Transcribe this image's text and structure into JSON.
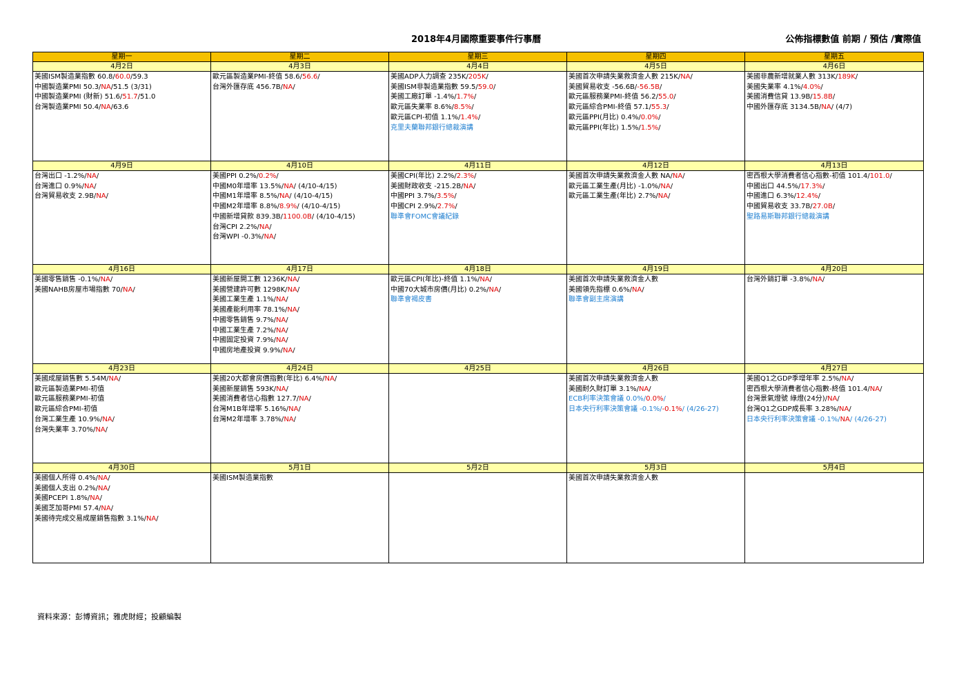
{
  "title": "2018年4月國際重要事件行事曆",
  "legend": "公佈指標數值  前期 / 預估 /實際值",
  "weekdays": [
    "星期一",
    "星期二",
    "星期三",
    "星期四",
    "星期五"
  ],
  "weeks": [
    {
      "days": [
        {
          "date": "4月2日",
          "events": [
            {
              "p": "美國ISM製造業指數 60.8/",
              "a": "60.0",
              "s": "/59.3"
            },
            {
              "p": "中國製造業PMI 50.3/",
              "a": "NA",
              "s": "/51.5 (3/31)"
            },
            {
              "p": "中國製造業PMI (財新) 51.6/",
              "a": "51.7",
              "s": "/51.0"
            },
            {
              "p": "台灣製造業PMI 50.4/",
              "a": "NA",
              "s": "/63.6"
            }
          ]
        },
        {
          "date": "4月3日",
          "events": [
            {
              "p": "歐元區製造業PMI-終值 58.6/",
              "a": "56.6",
              "s": "/"
            },
            {
              "p": "台灣外匯存底 456.7B/",
              "a": "NA",
              "s": "/"
            }
          ]
        },
        {
          "date": "4月4日",
          "events": [
            {
              "p": "美國ADP人力調查 235K/",
              "a": "205K",
              "s": "/"
            },
            {
              "p": "美國ISM非製造業指數 59.5/",
              "a": "59.0",
              "s": "/"
            },
            {
              "p": "美國工廠訂單 -1.4%/",
              "a": "1.7%",
              "s": "/"
            },
            {
              "p": "歐元區失業率 8.6%/",
              "a": "8.5%",
              "s": "/"
            },
            {
              "p": "歐元區CPI-初值 1.1%/",
              "a": "1.4%",
              "s": "/"
            },
            {
              "b": "克里夫蘭聯邦銀行總裁演講"
            }
          ]
        },
        {
          "date": "4月5日",
          "events": [
            {
              "p": "美國首次申請失業救濟金人數 215K/",
              "a": "NA",
              "s": "/"
            },
            {
              "p": "美國貿易收支 -56.6B/",
              "a": "-56.5B",
              "s": "/"
            },
            {
              "p": "歐元區服務業PMI-終值 56.2/",
              "a": "55.0",
              "s": "/"
            },
            {
              "p": "歐元區綜合PMI-終值 57.1/",
              "a": "55.3",
              "s": "/"
            },
            {
              "p": "歐元區PPI(月比) 0.4%/",
              "a": "0.0%",
              "s": "/"
            },
            {
              "p": "歐元區PPI(年比) 1.5%/",
              "a": "1.5%",
              "s": "/"
            }
          ]
        },
        {
          "date": "4月6日",
          "events": [
            {
              "p": "美國非農新增就業人數 313K/",
              "a": "189K",
              "s": "/"
            },
            {
              "p": "美國失業率 4.1%/",
              "a": "4.0%",
              "s": "/"
            },
            {
              "p": "美國消費信貸 13.9B/",
              "a": "15.8B",
              "s": "/"
            },
            {
              "p": "中國外匯存底 3134.5B/",
              "a": "NA",
              "s": "/ (4/7)"
            }
          ]
        }
      ]
    },
    {
      "days": [
        {
          "date": "4月9日",
          "events": [
            {
              "p": "台灣出口 -1.2%/",
              "a": "NA",
              "s": "/"
            },
            {
              "p": "台灣進口 0.9%/",
              "a": "NA",
              "s": "/"
            },
            {
              "p": "台灣貿易收支 2.9B/",
              "a": "NA",
              "s": "/"
            }
          ]
        },
        {
          "date": "4月10日",
          "events": [
            {
              "p": "美國PPI 0.2%/",
              "a": "0.2%",
              "s": "/"
            },
            {
              "p": "中國M0年增率 13.5%/",
              "a": "NA",
              "s": "/ (4/10-4/15)"
            },
            {
              "p": "中國M1年增率 8.5%/",
              "a": "NA",
              "s": "/ (4/10-4/15)"
            },
            {
              "p": "中國M2年增率  8.8%/",
              "a": "8.9%",
              "s": "/ (4/10-4/15)"
            },
            {
              "p": "中國新增貸款  839.3B/",
              "a": "1100.0B",
              "s": "/ (4/10-4/15)"
            },
            {
              "p": "台灣CPI 2.2%/",
              "a": "NA",
              "s": "/"
            },
            {
              "p": "台灣WPI -0.3%/",
              "a": "NA",
              "s": "/"
            }
          ]
        },
        {
          "date": "4月11日",
          "events": [
            {
              "p": "美國CPI(年比) 2.2%/",
              "a": "2.3%",
              "s": "/"
            },
            {
              "p": "美國財政收支 -215.2B/",
              "a": "NA",
              "s": "/"
            },
            {
              "p": "中國PPI 3.7%/",
              "a": "3.5%",
              "s": "/"
            },
            {
              "p": "中國CPI 2.9%/",
              "a": "2.7%",
              "s": "/"
            },
            {
              "b": "聯準會FOMC會議紀錄"
            }
          ]
        },
        {
          "date": "4月12日",
          "events": [
            {
              "p": "美國首次申請失業救濟金人數 NA/",
              "a": "NA",
              "s": "/"
            },
            {
              "p": "歐元區工業生產(月比) -1.0%/",
              "a": "NA",
              "s": "/"
            },
            {
              "p": "歐元區工業生產(年比) 2.7%/",
              "a": "NA",
              "s": "/"
            }
          ]
        },
        {
          "date": "4月13日",
          "events": [
            {
              "p": "密西根大學消費者信心指數-初值 101.4/",
              "a": "101.0",
              "s": "/"
            },
            {
              "p": "中國出口 44.5%/",
              "a": "17.3%",
              "s": "/"
            },
            {
              "p": "中國進口 6.3%/",
              "a": "12.4%",
              "s": "/"
            },
            {
              "p": "中國貿易收支 33.7B/",
              "a": "27.0B",
              "s": "/"
            },
            {
              "b": "聖路易斯聯邦銀行總裁演講"
            }
          ]
        }
      ]
    },
    {
      "days": [
        {
          "date": "4月16日",
          "events": [
            {
              "p": "美國零售銷售 -0.1%/",
              "a": "NA",
              "s": "/"
            },
            {
              "p": "美國NAHB房屋市場指數 70/",
              "a": "NA",
              "s": "/"
            }
          ]
        },
        {
          "date": "4月17日",
          "events": [
            {
              "p": "美國新屋開工數 1236K/",
              "a": "NA",
              "s": "/"
            },
            {
              "p": "美國營建許可數 1298K/",
              "a": "NA",
              "s": "/"
            },
            {
              "p": "美國工業生產 1.1%/",
              "a": "NA",
              "s": "/"
            },
            {
              "p": "美國產能利用率 78.1%/",
              "a": "NA",
              "s": "/"
            },
            {
              "p": "中國零售銷售 9.7%/",
              "a": "NA",
              "s": "/"
            },
            {
              "p": "中國工業生產 7.2%/",
              "a": "NA",
              "s": "/"
            },
            {
              "p": "中國固定投資 7.9%/",
              "a": "NA",
              "s": "/"
            },
            {
              "p": "中國房地產投資 9.9%/",
              "a": "NA",
              "s": "/"
            }
          ]
        },
        {
          "date": "4月18日",
          "events": [
            {
              "p": "歐元區CPI(年比)-終值 1.1%/",
              "a": "NA",
              "s": "/"
            },
            {
              "p": "中國70大城市房價(月比) 0.2%/",
              "a": "NA",
              "s": "/"
            },
            {
              "b": "聯準會褐皮書"
            }
          ]
        },
        {
          "date": "4月19日",
          "events": [
            {
              "p": "美國首次申請失業救濟金人數",
              "a": "",
              "s": ""
            },
            {
              "p": "美國領先指標 0.6%/",
              "a": "NA",
              "s": "/"
            },
            {
              "b": "聯準會副主席演講"
            }
          ]
        },
        {
          "date": "4月20日",
          "events": [
            {
              "p": "台灣外銷訂單 -3.8%/",
              "a": "NA",
              "s": "/"
            }
          ]
        }
      ]
    },
    {
      "days": [
        {
          "date": "4月23日",
          "events": [
            {
              "p": "美國成屋銷售數 5.54M/",
              "a": "NA",
              "s": "/"
            },
            {
              "p": "歐元區製造業PMI-初值",
              "a": "",
              "s": ""
            },
            {
              "p": "歐元區服務業PMI-初值",
              "a": "",
              "s": ""
            },
            {
              "p": "歐元區綜合PMI-初值",
              "a": "",
              "s": ""
            },
            {
              "p": "台灣工業生產 10.9%/",
              "a": "NA",
              "s": "/"
            },
            {
              "p": "台灣失業率 3.70%/",
              "a": "NA",
              "s": "/"
            }
          ]
        },
        {
          "date": "4月24日",
          "events": [
            {
              "p": "美國20大都會房價指數(年比) 6.4%/",
              "a": "NA",
              "s": "/"
            },
            {
              "p": "美國新屋銷售 593K/",
              "a": "NA",
              "s": "/"
            },
            {
              "p": "美國消費者信心指數 127.7/",
              "a": "NA",
              "s": "/"
            },
            {
              "p": "台灣M1B年增率 5.16%/",
              "a": "NA",
              "s": "/"
            },
            {
              "p": "台灣M2年增率 3.78%/",
              "a": "NA",
              "s": "/"
            }
          ]
        },
        {
          "date": "4月25日",
          "events": []
        },
        {
          "date": "4月26日",
          "events": [
            {
              "p": "美國首次申請失業救濟金人數",
              "a": "",
              "s": ""
            },
            {
              "p": "美國耐久財訂單 3.1%/",
              "a": "NA",
              "s": "/"
            },
            {
              "bp": "ECB利率決策會議 0.0%/",
              "a": "0.0%",
              "bs": "/"
            },
            {
              "bp": "日本央行利率決策會議 -0.1%/",
              "a": "-0.1%",
              "bs": "/ (4/26-27)"
            }
          ]
        },
        {
          "date": "4月27日",
          "events": [
            {
              "p": "美國Q1之GDP季增年率 2.5%/",
              "a": "NA",
              "s": "/"
            },
            {
              "p": "密西根大學消費者信心指數-終值 101.4/",
              "a": "NA",
              "s": "/"
            },
            {
              "p": "台灣景氣燈號 綠燈(24分)/",
              "a": "NA",
              "s": "/"
            },
            {
              "p": "台灣Q1之GDP成長率 3.28%/",
              "a": "NA",
              "s": "/"
            },
            {
              "bp": "日本央行利率決策會議 -0.1%/",
              "a": "NA",
              "bs": "/  (4/26-27)"
            }
          ]
        }
      ]
    },
    {
      "days": [
        {
          "date": "4月30日",
          "events": [
            {
              "p": "美國個人所得 0.4%/",
              "a": "NA",
              "s": "/"
            },
            {
              "p": "美國個人支出 0.2%/",
              "a": "NA",
              "s": "/"
            },
            {
              "p": "美國PCEPI 1.8%/",
              "a": "NA",
              "s": "/"
            },
            {
              "p": "美國芝加哥PMI 57.4/",
              "a": "NA",
              "s": "/"
            },
            {
              "p": "美國待完成交易成屋銷售指數 3.1%/",
              "a": "NA",
              "s": "/"
            }
          ]
        },
        {
          "date": "5月1日",
          "events": [
            {
              "p": "美國ISM製造業指數",
              "a": "",
              "s": ""
            }
          ]
        },
        {
          "date": "5月2日",
          "events": []
        },
        {
          "date": "5月3日",
          "events": [
            {
              "p": "美國首次申請失業救濟金人數",
              "a": "",
              "s": ""
            }
          ]
        },
        {
          "date": "5月4日",
          "events": []
        }
      ]
    }
  ],
  "source": "資料來源：彭博資訊；雅虎財經；投顧編製",
  "colors": {
    "header": "#f5c000",
    "date_row": "#ffffa8",
    "actual": "#e00000",
    "speech": "#1f7fd0"
  }
}
